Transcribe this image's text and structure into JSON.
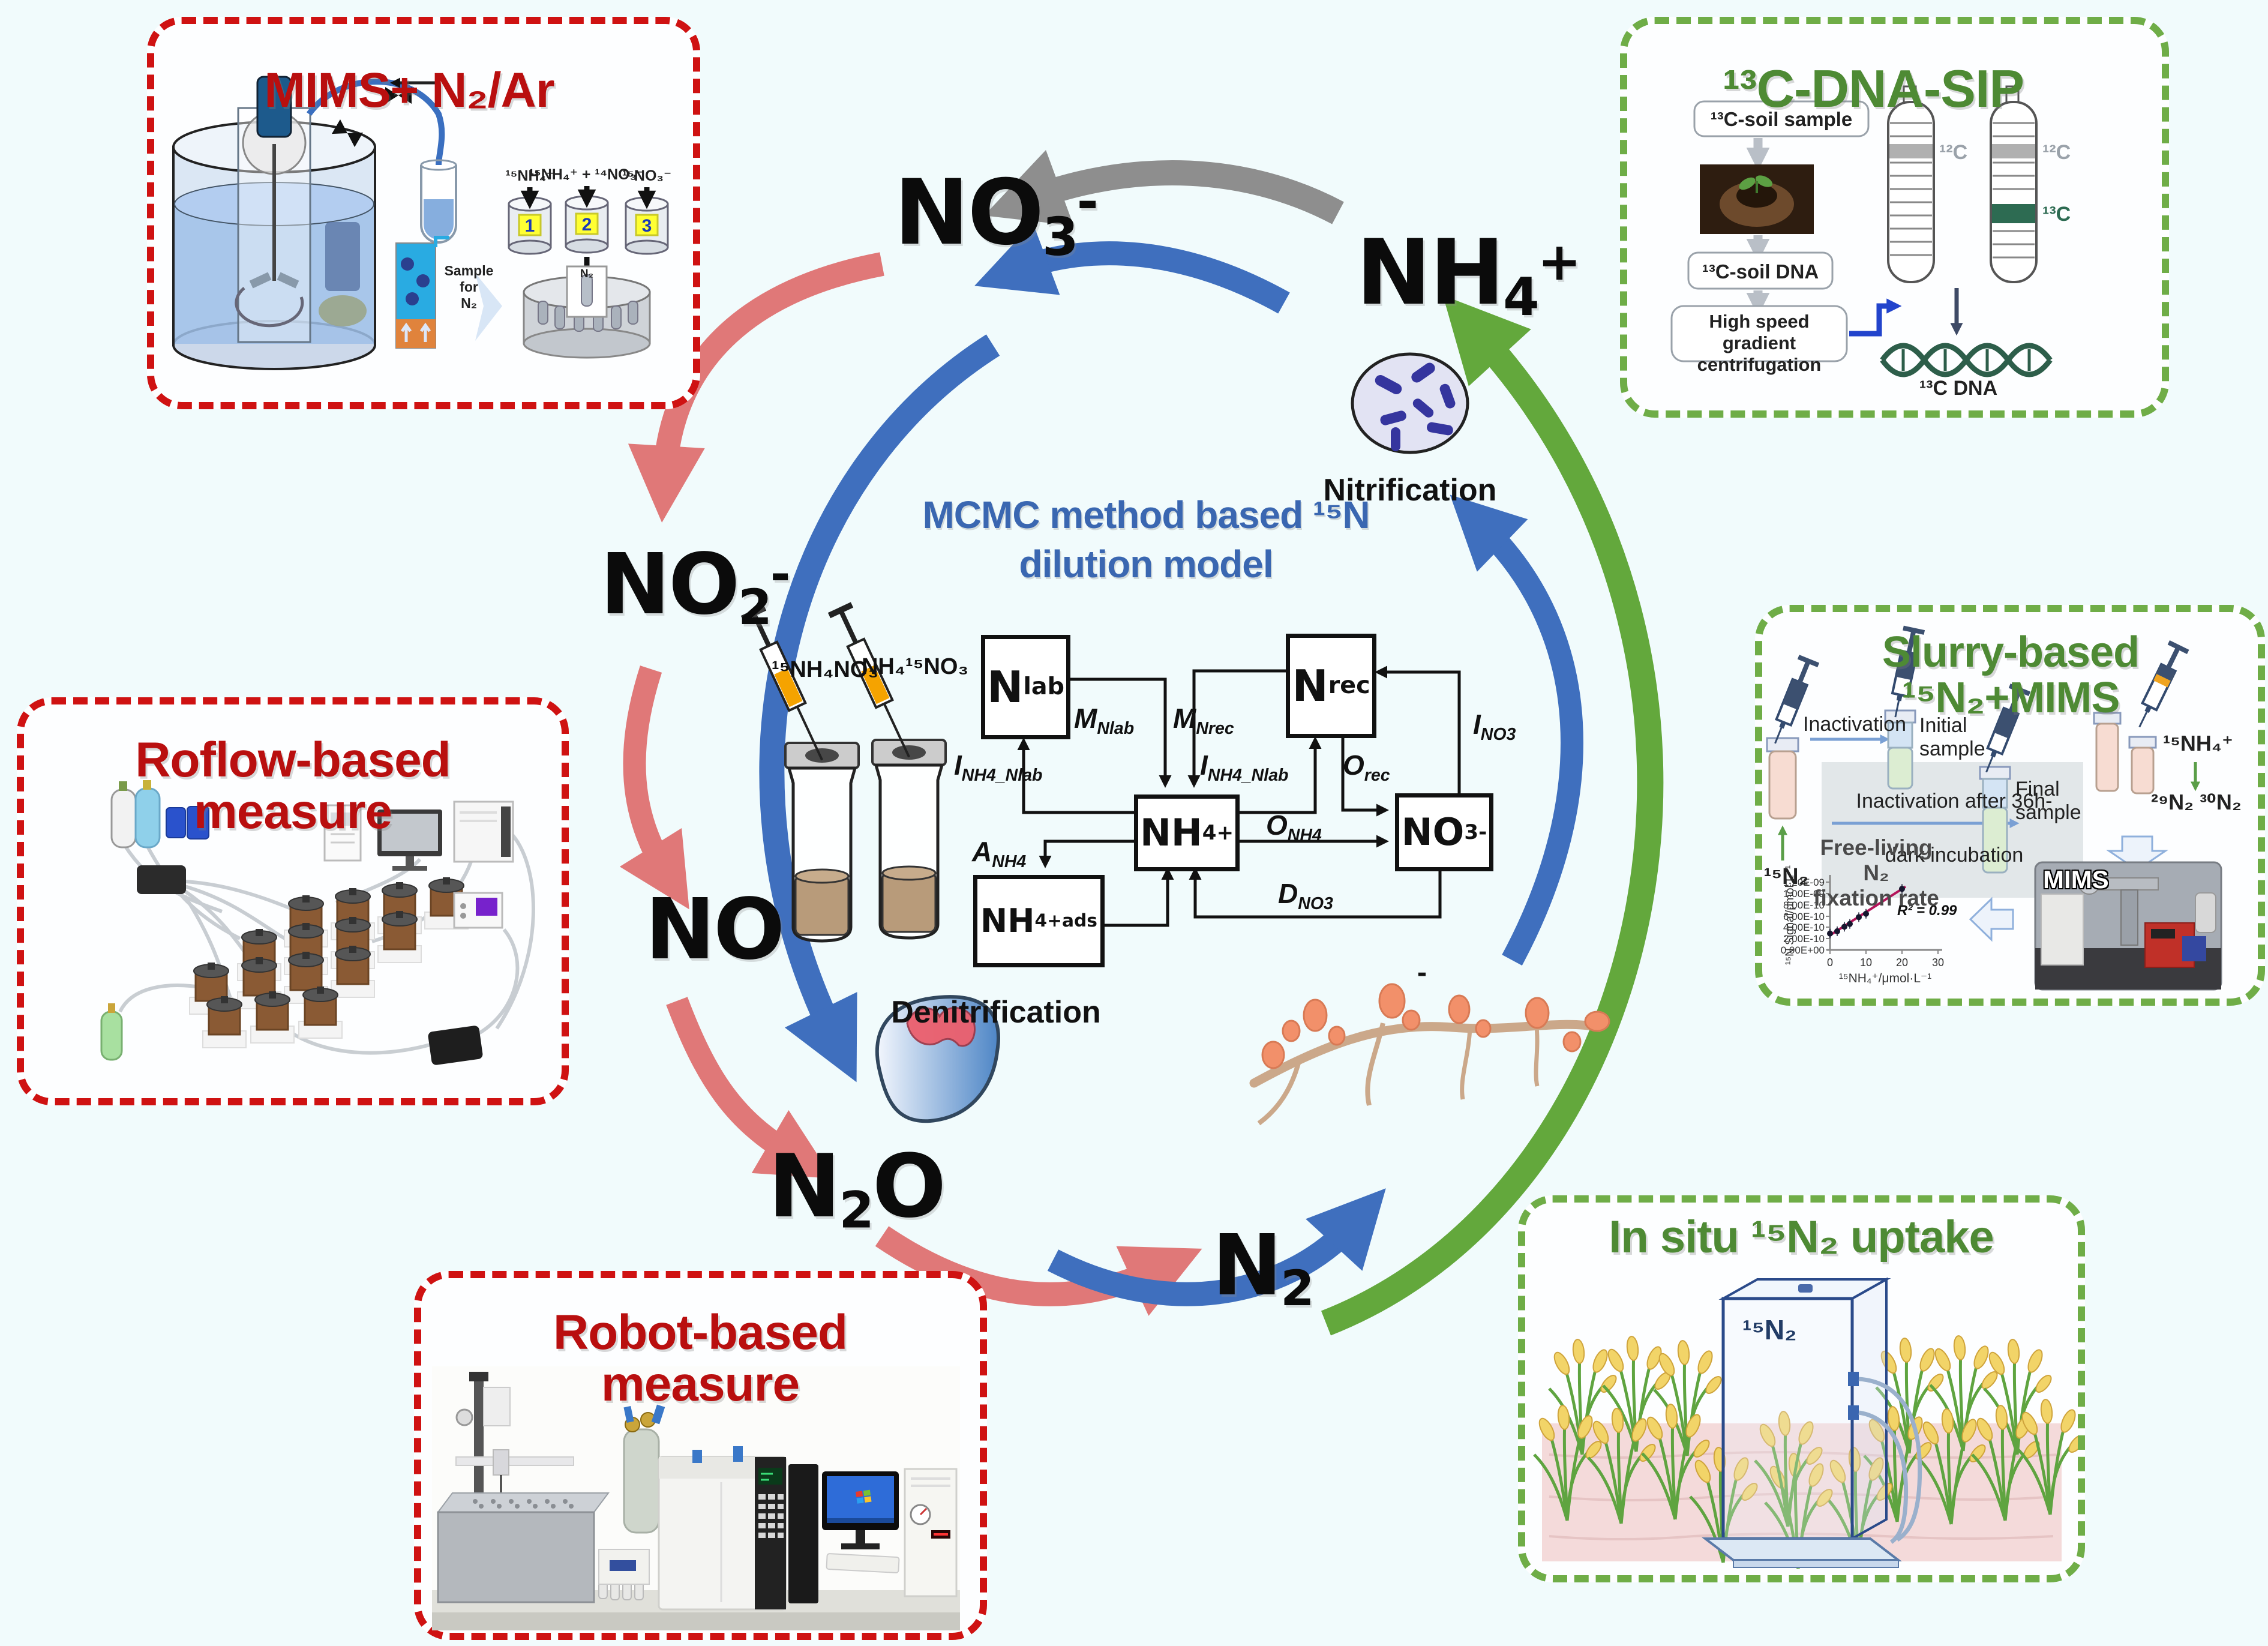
{
  "figure": {
    "bg": "#f1fbfc"
  },
  "cycle": {
    "species": {
      "no3": {
        "base": "NO",
        "sub": "3",
        "sup": "-"
      },
      "nh4": {
        "base": "NH",
        "sub": "4",
        "sup": "+"
      },
      "no2": {
        "base": "NO",
        "sub": "2",
        "sup": "-"
      },
      "no": {
        "base": "NO"
      },
      "n2o": {
        "base": "N",
        "sub": "2",
        "post": "O"
      },
      "n2": {
        "base": "N",
        "sub": "2"
      }
    },
    "nitrification_label": "Nitrification",
    "denitrification_label": "Denitrification",
    "root_sup": "-"
  },
  "model": {
    "title_line1": "MCMC method based ¹⁵N",
    "title_line2": "dilution model",
    "tracer_left": "¹⁵NH₄NO₃",
    "tracer_right": "NH₄¹⁵NO₃",
    "boxes": {
      "nlab": {
        "base": "N",
        "sub": "lab"
      },
      "nrec": {
        "base": "N",
        "sub": "rec"
      },
      "nh4": {
        "base": "NH",
        "sub": "4",
        "sup": "+"
      },
      "no3": {
        "base": "NO",
        "sub": "3",
        "sup": "-"
      },
      "nh4ads": {
        "base": "NH",
        "sub": "4",
        "sup": "+",
        "sub2": "ads"
      }
    },
    "flows": {
      "m_nlab": {
        "base": "M",
        "sub": "Nlab"
      },
      "m_nrec": {
        "base": "M",
        "sub": "Nrec"
      },
      "i_nh4_nlab_left": {
        "base": "I",
        "sub": "NH4_Nlab"
      },
      "i_nh4_nlab_right": {
        "base": "I",
        "sub": "NH4_Nlab"
      },
      "i_no3": {
        "base": "I",
        "sub": "NO3"
      },
      "o_rec": {
        "base": "O",
        "sub": "rec"
      },
      "o_nh4": {
        "base": "O",
        "sub": "NH4"
      },
      "a_nh4": {
        "base": "A",
        "sub": "NH4"
      },
      "d_no3": {
        "base": "D",
        "sub": "NO3"
      }
    }
  },
  "mims_box": {
    "title": "MIMS+ N₂/Ar",
    "treatments": [
      "¹⁵NH₄⁺",
      "¹⁵NH₄⁺ + ¹⁴NO₃⁻",
      "¹⁵NO₃⁻"
    ],
    "beaker_numbers": [
      "1",
      "2",
      "3"
    ],
    "sample_label": "Sample\nfor\nN₂",
    "centrifuge_label": "N₂"
  },
  "dnasip_box": {
    "title": "¹³C-DNA-SIP",
    "step1": "¹³C-soil sample",
    "step2": "¹³C-soil DNA",
    "step3": "High speed gradient\ncentrifugation",
    "tube1_12c": "¹²C",
    "tube2_12c": "¹²C",
    "tube2_13c": "¹³C",
    "dna_label": "¹³C DNA"
  },
  "roflow_box": {
    "title": "Roflow-based measure"
  },
  "robot_box": {
    "title": "Robot-based measure"
  },
  "slurry_box": {
    "title": "Slurry-based ¹⁵N₂+MIMS",
    "n2_label": "¹⁵N₂",
    "inactivation": "Inactivation",
    "initial_sample": "Initial\nsample",
    "incubation_line1": "Inactivation after 36h-",
    "incubation_line2": "dark incubation",
    "final_sample": "Final\nsample",
    "nh4_label": "¹⁵NH₄⁺",
    "n2_isotopes": "²⁹N₂ ³⁰N₂",
    "mims_label": "MIMS",
    "chart_title": "Free-living N₂\nfixation rate"
  },
  "insitu_box": {
    "title": "In situ ¹⁵N₂ uptake",
    "chamber_label": "¹⁵N₂"
  },
  "chart_data": {
    "type": "scatter",
    "title": "Free-living N₂ fixation rate",
    "xlabel": "¹⁵NH₄⁺/μmol·L⁻¹",
    "ylabel": "¹⁵N Signal/μmol·L⁻¹",
    "xlim": [
      0,
      30
    ],
    "ylim": [
      0,
      1.2e-09
    ],
    "xtick_labels": [
      "0",
      "10",
      "20",
      "30"
    ],
    "ytick_labels": [
      "0.00E+00",
      "2.00E-10",
      "4.00E-10",
      "6.00E-10",
      "8.00E-10",
      "1.00E-09",
      "1.20E-09"
    ],
    "points": [
      [
        0,
        2.9e-10
      ],
      [
        2,
        3.3e-10
      ],
      [
        4,
        4.1e-10
      ],
      [
        5.5,
        4.6e-10
      ],
      [
        8,
        5.8e-10
      ],
      [
        10,
        6.4e-10
      ],
      [
        20,
        1.08e-09
      ]
    ],
    "fit": {
      "line": [
        [
          0,
          2.6e-10
        ],
        [
          21,
          1.12e-09
        ]
      ],
      "r2_label": "R² = 0.99"
    },
    "grid": false,
    "legend": null
  }
}
